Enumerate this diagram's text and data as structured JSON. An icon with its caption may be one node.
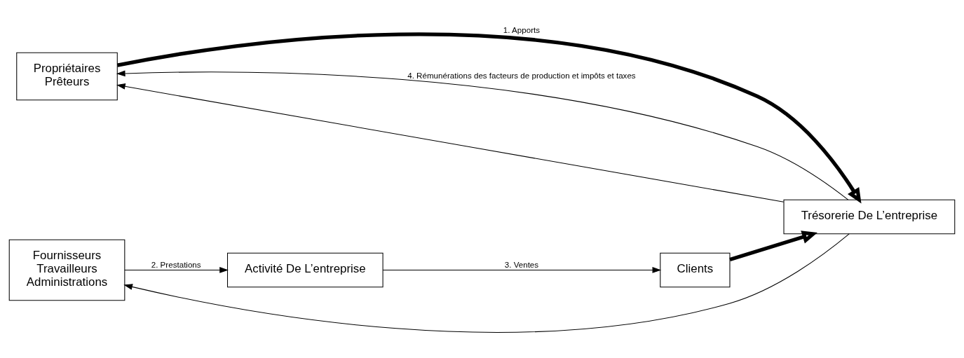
{
  "diagram": {
    "nodes": [
      {
        "text": [
          "Propriétaires",
          "Prêteurs"
        ]
      },
      {
        "text": [
          "Fournisseurs",
          "Travailleurs",
          "Administrations"
        ]
      },
      {
        "text": [
          "Activité De L’entreprise"
        ]
      },
      {
        "text": [
          "Clients"
        ]
      },
      {
        "text": [
          "Trésorerie De L’entreprise"
        ]
      }
    ],
    "edges": [
      {
        "from": 0,
        "to": 4,
        "arrow": "to",
        "label": "1. Apports",
        "style": "thick"
      },
      {
        "from": 1,
        "to": 2,
        "arrow": "to",
        "label": "2. Prestations"
      },
      {
        "from": 2,
        "to": 3,
        "arrow": "to",
        "label": "3. Ventes"
      },
      {
        "from": 3,
        "to": 4,
        "arrow": "to",
        "style": "thick"
      },
      {
        "from": 4,
        "to": 0,
        "arrow": "to",
        "label": "4. Rémunérations des facteurs de production et impôts et taxes"
      },
      {
        "from": 4,
        "to": 1,
        "arrow": "to"
      },
      {
        "from": 4,
        "to": 0,
        "arrow": "to"
      }
    ]
  }
}
